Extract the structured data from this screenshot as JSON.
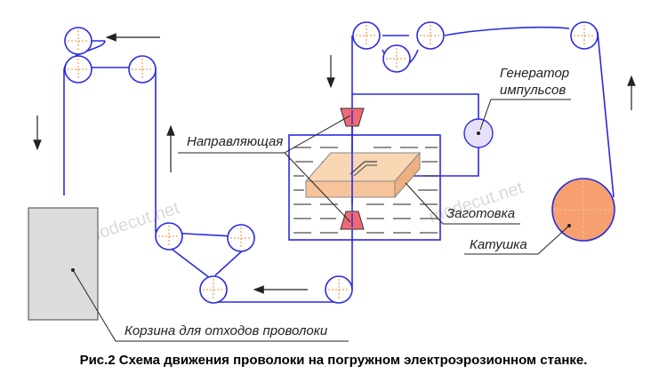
{
  "labels": {
    "guide": "Направляющая",
    "generator_line1": "Генератор",
    "generator_line2": "импульсов",
    "workpiece": "Заготовка",
    "spool": "Катушка",
    "basket": "Корзина для отходов проволоки"
  },
  "watermark": "modecut.net",
  "caption": "Рис.2 Схема движения проволоки на погружном электроэрозионном станке.",
  "colors": {
    "wire": "#2a2ae0",
    "guide_fill": "#f06a74",
    "workpiece_fill": "#f6c49a",
    "spool_fill": "#f6a070",
    "generator_fill": "#e8e0f8",
    "basket_fill": "#dcdcdc",
    "roller_cross": "#f08a30",
    "tank_stroke": "#2a2ae0"
  }
}
